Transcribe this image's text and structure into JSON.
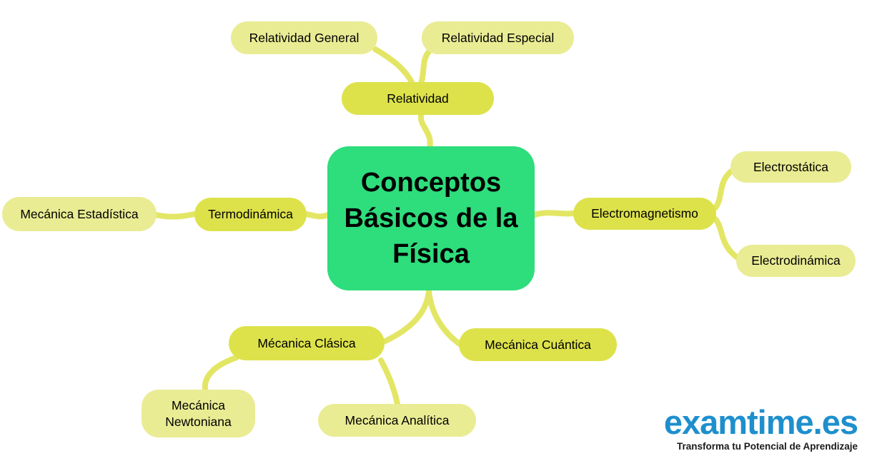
{
  "diagram": {
    "center": {
      "label": "Conceptos Básicos de la Física"
    },
    "nodes": [
      {
        "id": "relatividad",
        "label": "Relatividad",
        "level": 1,
        "parent": "center"
      },
      {
        "id": "relatividad-general",
        "label": "Relatividad General",
        "level": 2,
        "parent": "relatividad"
      },
      {
        "id": "relatividad-especial",
        "label": "Relatividad Especial",
        "level": 2,
        "parent": "relatividad"
      },
      {
        "id": "termodinamica",
        "label": "Termodinámica",
        "level": 1,
        "parent": "center"
      },
      {
        "id": "mecanica-estadistica",
        "label": "Mecánica Estadística",
        "level": 2,
        "parent": "termodinamica"
      },
      {
        "id": "electromagnetismo",
        "label": "Electromagnetismo",
        "level": 1,
        "parent": "center"
      },
      {
        "id": "electrostatica",
        "label": "Electrostática",
        "level": 2,
        "parent": "electromagnetismo"
      },
      {
        "id": "electrodinamica",
        "label": "Electrodinámica",
        "level": 2,
        "parent": "electromagnetismo"
      },
      {
        "id": "mecanica-clasica",
        "label": "Mécanica Clásica",
        "level": 1,
        "parent": "center"
      },
      {
        "id": "mecanica-cuantica",
        "label": "Mecánica Cuántica",
        "level": 1,
        "parent": "center"
      },
      {
        "id": "mecanica-newtoniana",
        "label": "Mecánica Newtoniana",
        "level": 2,
        "parent": "mecanica-clasica"
      },
      {
        "id": "mecanica-analitica",
        "label": "Mecánica Analítica",
        "level": 2,
        "parent": "mecanica-clasica"
      }
    ]
  },
  "branding": {
    "logo": "examtime.es",
    "tagline": "Transforma tu Potencial de Aprendizaje"
  },
  "colors": {
    "center_bg": "#2edd7c",
    "branch_bg": "#dde24b",
    "leaf_bg": "#e9ec93",
    "connector": "#e3e664",
    "logo_blue": "#1e8fcd",
    "text": "#000000",
    "tagline_color": "#1a1a1a"
  }
}
